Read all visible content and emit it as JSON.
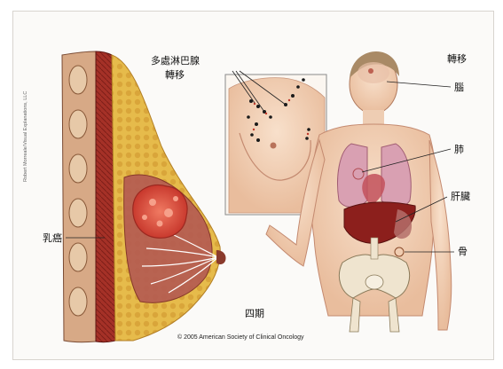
{
  "labels": {
    "lymph_node_line1": "多處淋巴腺",
    "lymph_node_line2": "轉移",
    "metastasis": "轉移",
    "brain": "腦",
    "lung": "肺",
    "liver": "肝臟",
    "bone": "骨",
    "breast_cancer": "乳癌",
    "stage": "四期"
  },
  "credits": {
    "artist": "Robert Morreale/Visual Explanations, LLC",
    "copyright": "© 2005 American Society of Clinical Oncology"
  },
  "colors": {
    "muscle": "#9c2a22",
    "fat": "#e2b646",
    "tumor": "#e5574a",
    "skin": "#f3d2b8",
    "liver": "#8c1f1c",
    "lung": "#d9a0b2",
    "metastasis_dot": "#1a1a1a"
  }
}
